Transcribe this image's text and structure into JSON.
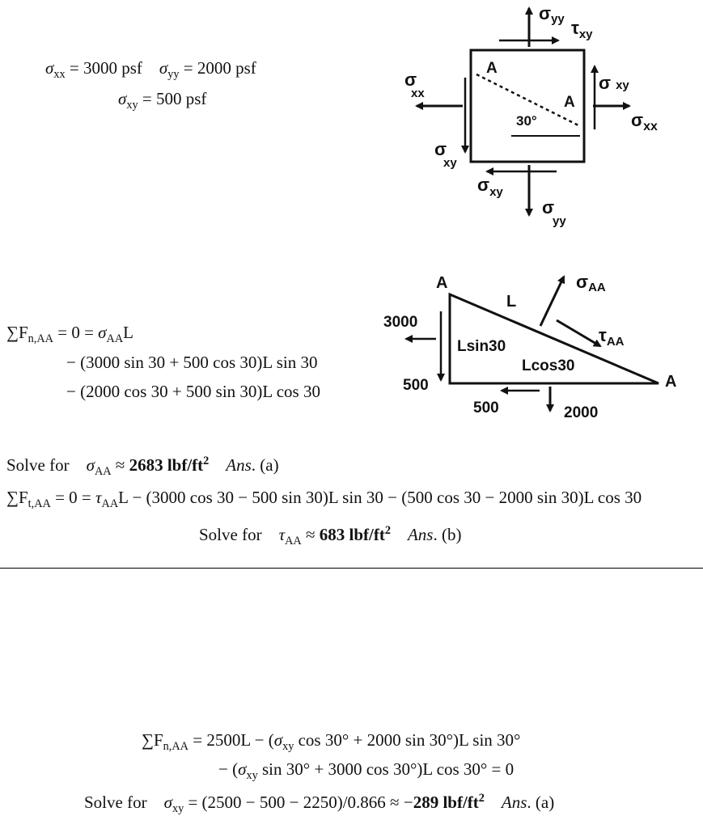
{
  "given": {
    "sxx_sym": "σ",
    "sxx_sub": "xx",
    "sxx_val": "= 3000 psf",
    "syy_sym": "σ",
    "syy_sub": "yy",
    "syy_val": "= 2000 psf",
    "sxy_sym": "σ",
    "sxy_sub": "xy",
    "sxy_val": "= 500 psf"
  },
  "fig1": {
    "sig": "σ",
    "tau": "τ",
    "sub_yy": "yy",
    "sub_xy": "xy",
    "sub_xx": "xx",
    "label_A": "A",
    "angle": "30°"
  },
  "fig2": {
    "label_A": "A",
    "label_L": "L",
    "sig": "σ",
    "tau": "τ",
    "sub_AA": "AA",
    "v3000": "3000",
    "v500_left": "500",
    "lsin": "Lsin30",
    "lcos": "Lcos30",
    "v500_bottom": "500",
    "v2000": "2000"
  },
  "eqN": {
    "sum": "∑",
    "F": "F",
    "sub": "n,AA",
    "mid": " = 0 = ",
    "sig": "σ",
    "sig_sub": "AA",
    "tail": "L",
    "line2": "− (3000 sin 30 + 500 cos 30)L sin 30",
    "line3": "− (2000 cos 30 + 500 sin 30)L cos 30"
  },
  "solveA": {
    "prefix": "Solve for",
    "sig": "σ",
    "sub": "AA",
    "approx": " ≈ ",
    "value": "2683 lbf/ft",
    "exp": "2",
    "ans": "Ans",
    "part": ". (a)"
  },
  "eqT": {
    "sum": "∑",
    "F": "F",
    "sub": "t,AA",
    "mid": " = 0 = ",
    "tau": "τ",
    "tau_sub": "AA",
    "rest": "L − (3000 cos 30 − 500 sin 30)L sin 30 − (500 cos 30 − 2000 sin 30)L cos 30"
  },
  "solveB": {
    "prefix": "Solve for",
    "tau": "τ",
    "sub": "AA",
    "approx": " ≈ ",
    "value": "683 lbf/ft",
    "exp": "2",
    "ans": "Ans",
    "part": ". (b)"
  },
  "eq2": {
    "sum": "∑",
    "F": "F",
    "sub": "n,AA",
    "a": " = 2500L − (",
    "sig": "σ",
    "sig_sub": "xy",
    "b": " cos 30° + 2000 sin 30°)L sin 30°",
    "c": "− (",
    "d": " sin 30° + 3000 cos 30°)L cos 30° = 0"
  },
  "solve2": {
    "prefix": "Solve for",
    "sig": "σ",
    "sub": "xy",
    "expr": " = (2500 − 500 − 2250)/0.866 ≈ −",
    "value": "289 lbf/ft",
    "exp": "2",
    "ans": "Ans",
    "part": ". (a)"
  }
}
